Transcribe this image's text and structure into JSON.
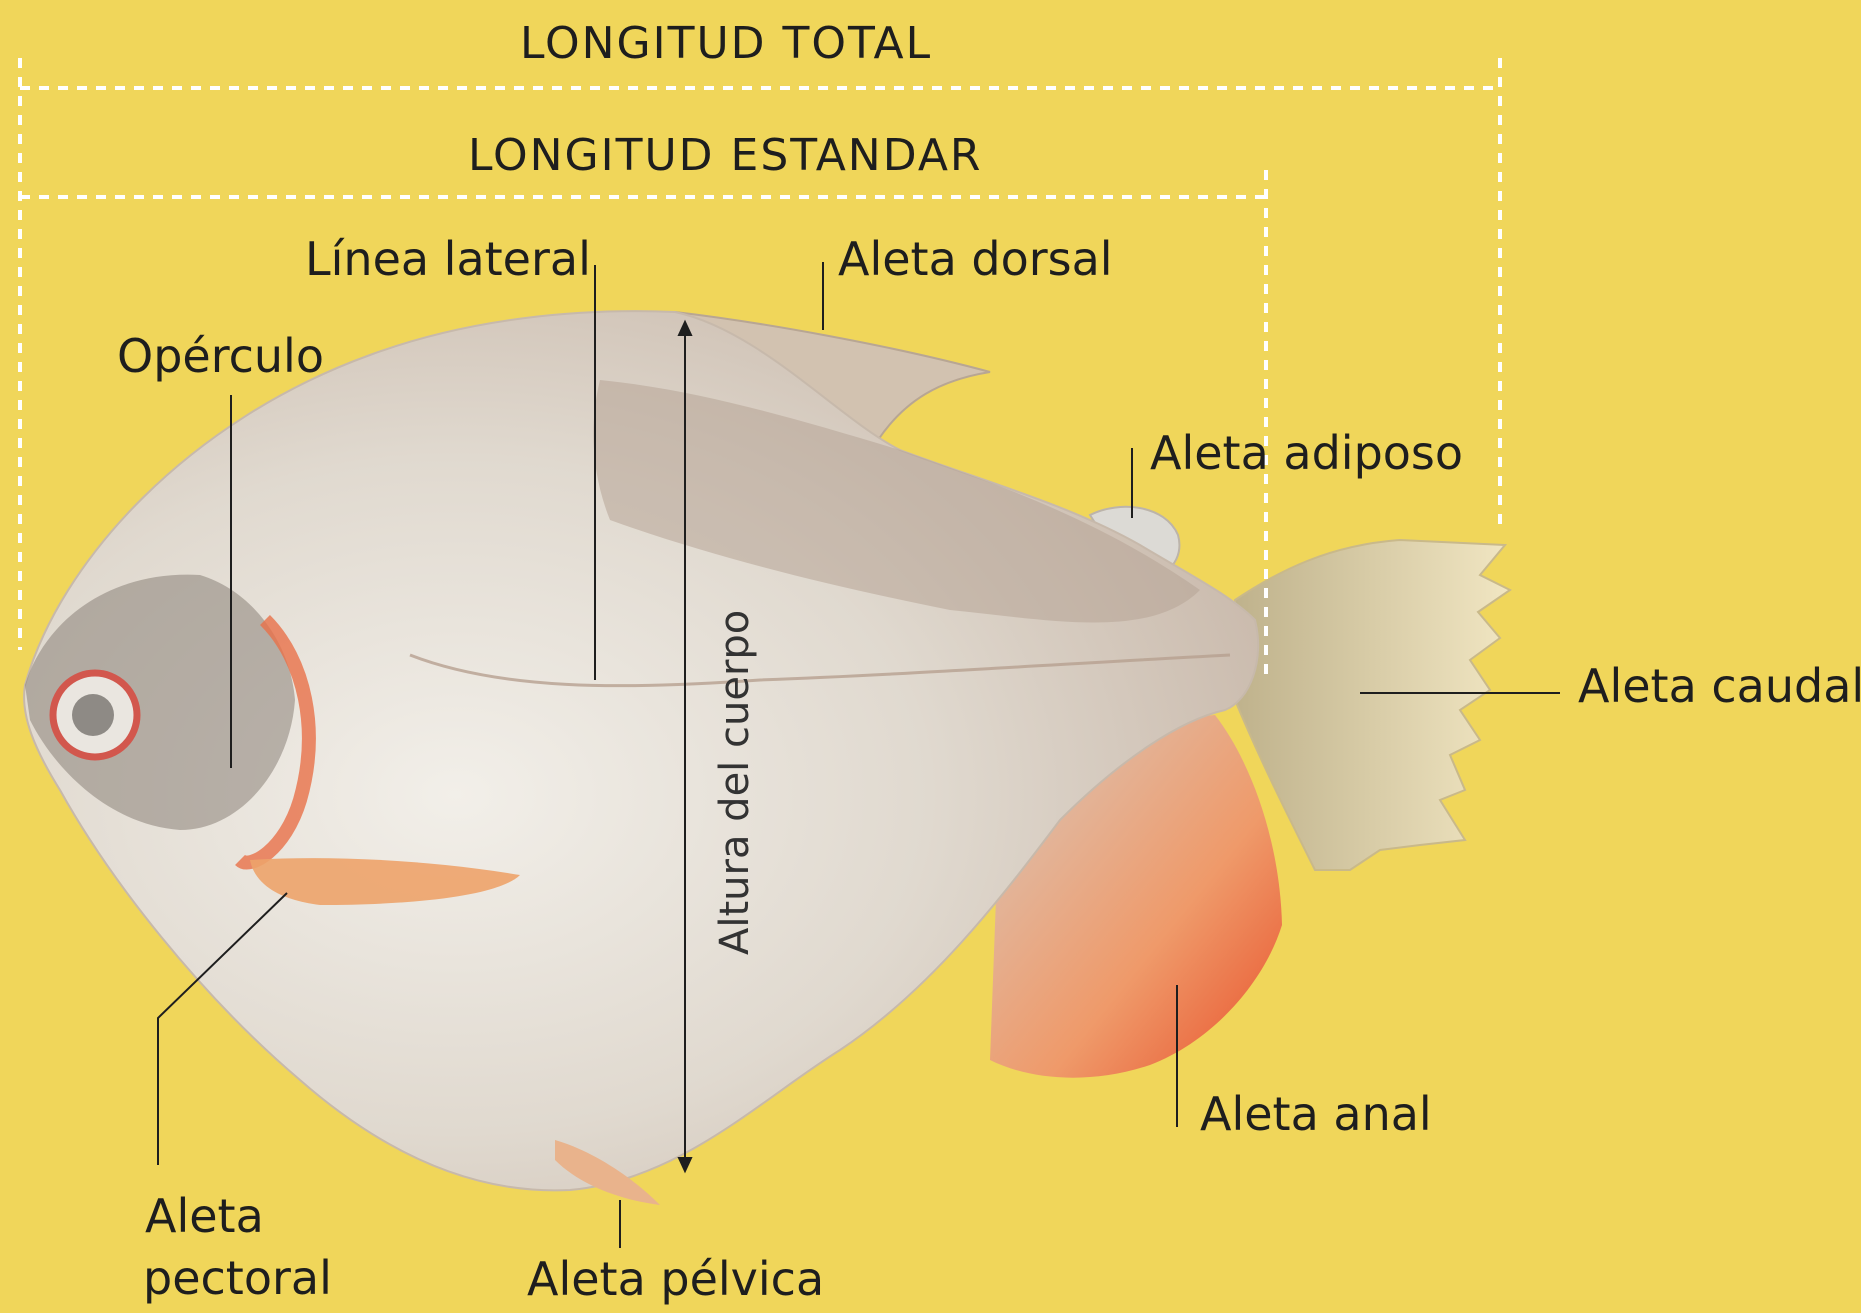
{
  "headers": {
    "total_length": "LONGITUD TOTAL",
    "standard_length": "LONGITUD ESTANDAR"
  },
  "labels": {
    "lateral_line": "Línea lateral",
    "dorsal_fin": "Aleta dorsal",
    "operculum": "Opérculo",
    "adipose_fin": "Aleta adiposo",
    "body_height": "Altura del cuerpo",
    "caudal_fin": "Aleta caudal",
    "anal_fin": "Aleta anal",
    "pectoral_fin_line1": "Aleta",
    "pectoral_fin_line2": "pectoral",
    "pelvic_fin": "Aleta pélvica"
  },
  "colors": {
    "background": "#f0d65a",
    "fish_body": "#d9d3c8",
    "fish_back": "#b9a89a",
    "fin_red": "#e8643c",
    "tail": "#ead9a0",
    "text": "#1e1e1e"
  }
}
